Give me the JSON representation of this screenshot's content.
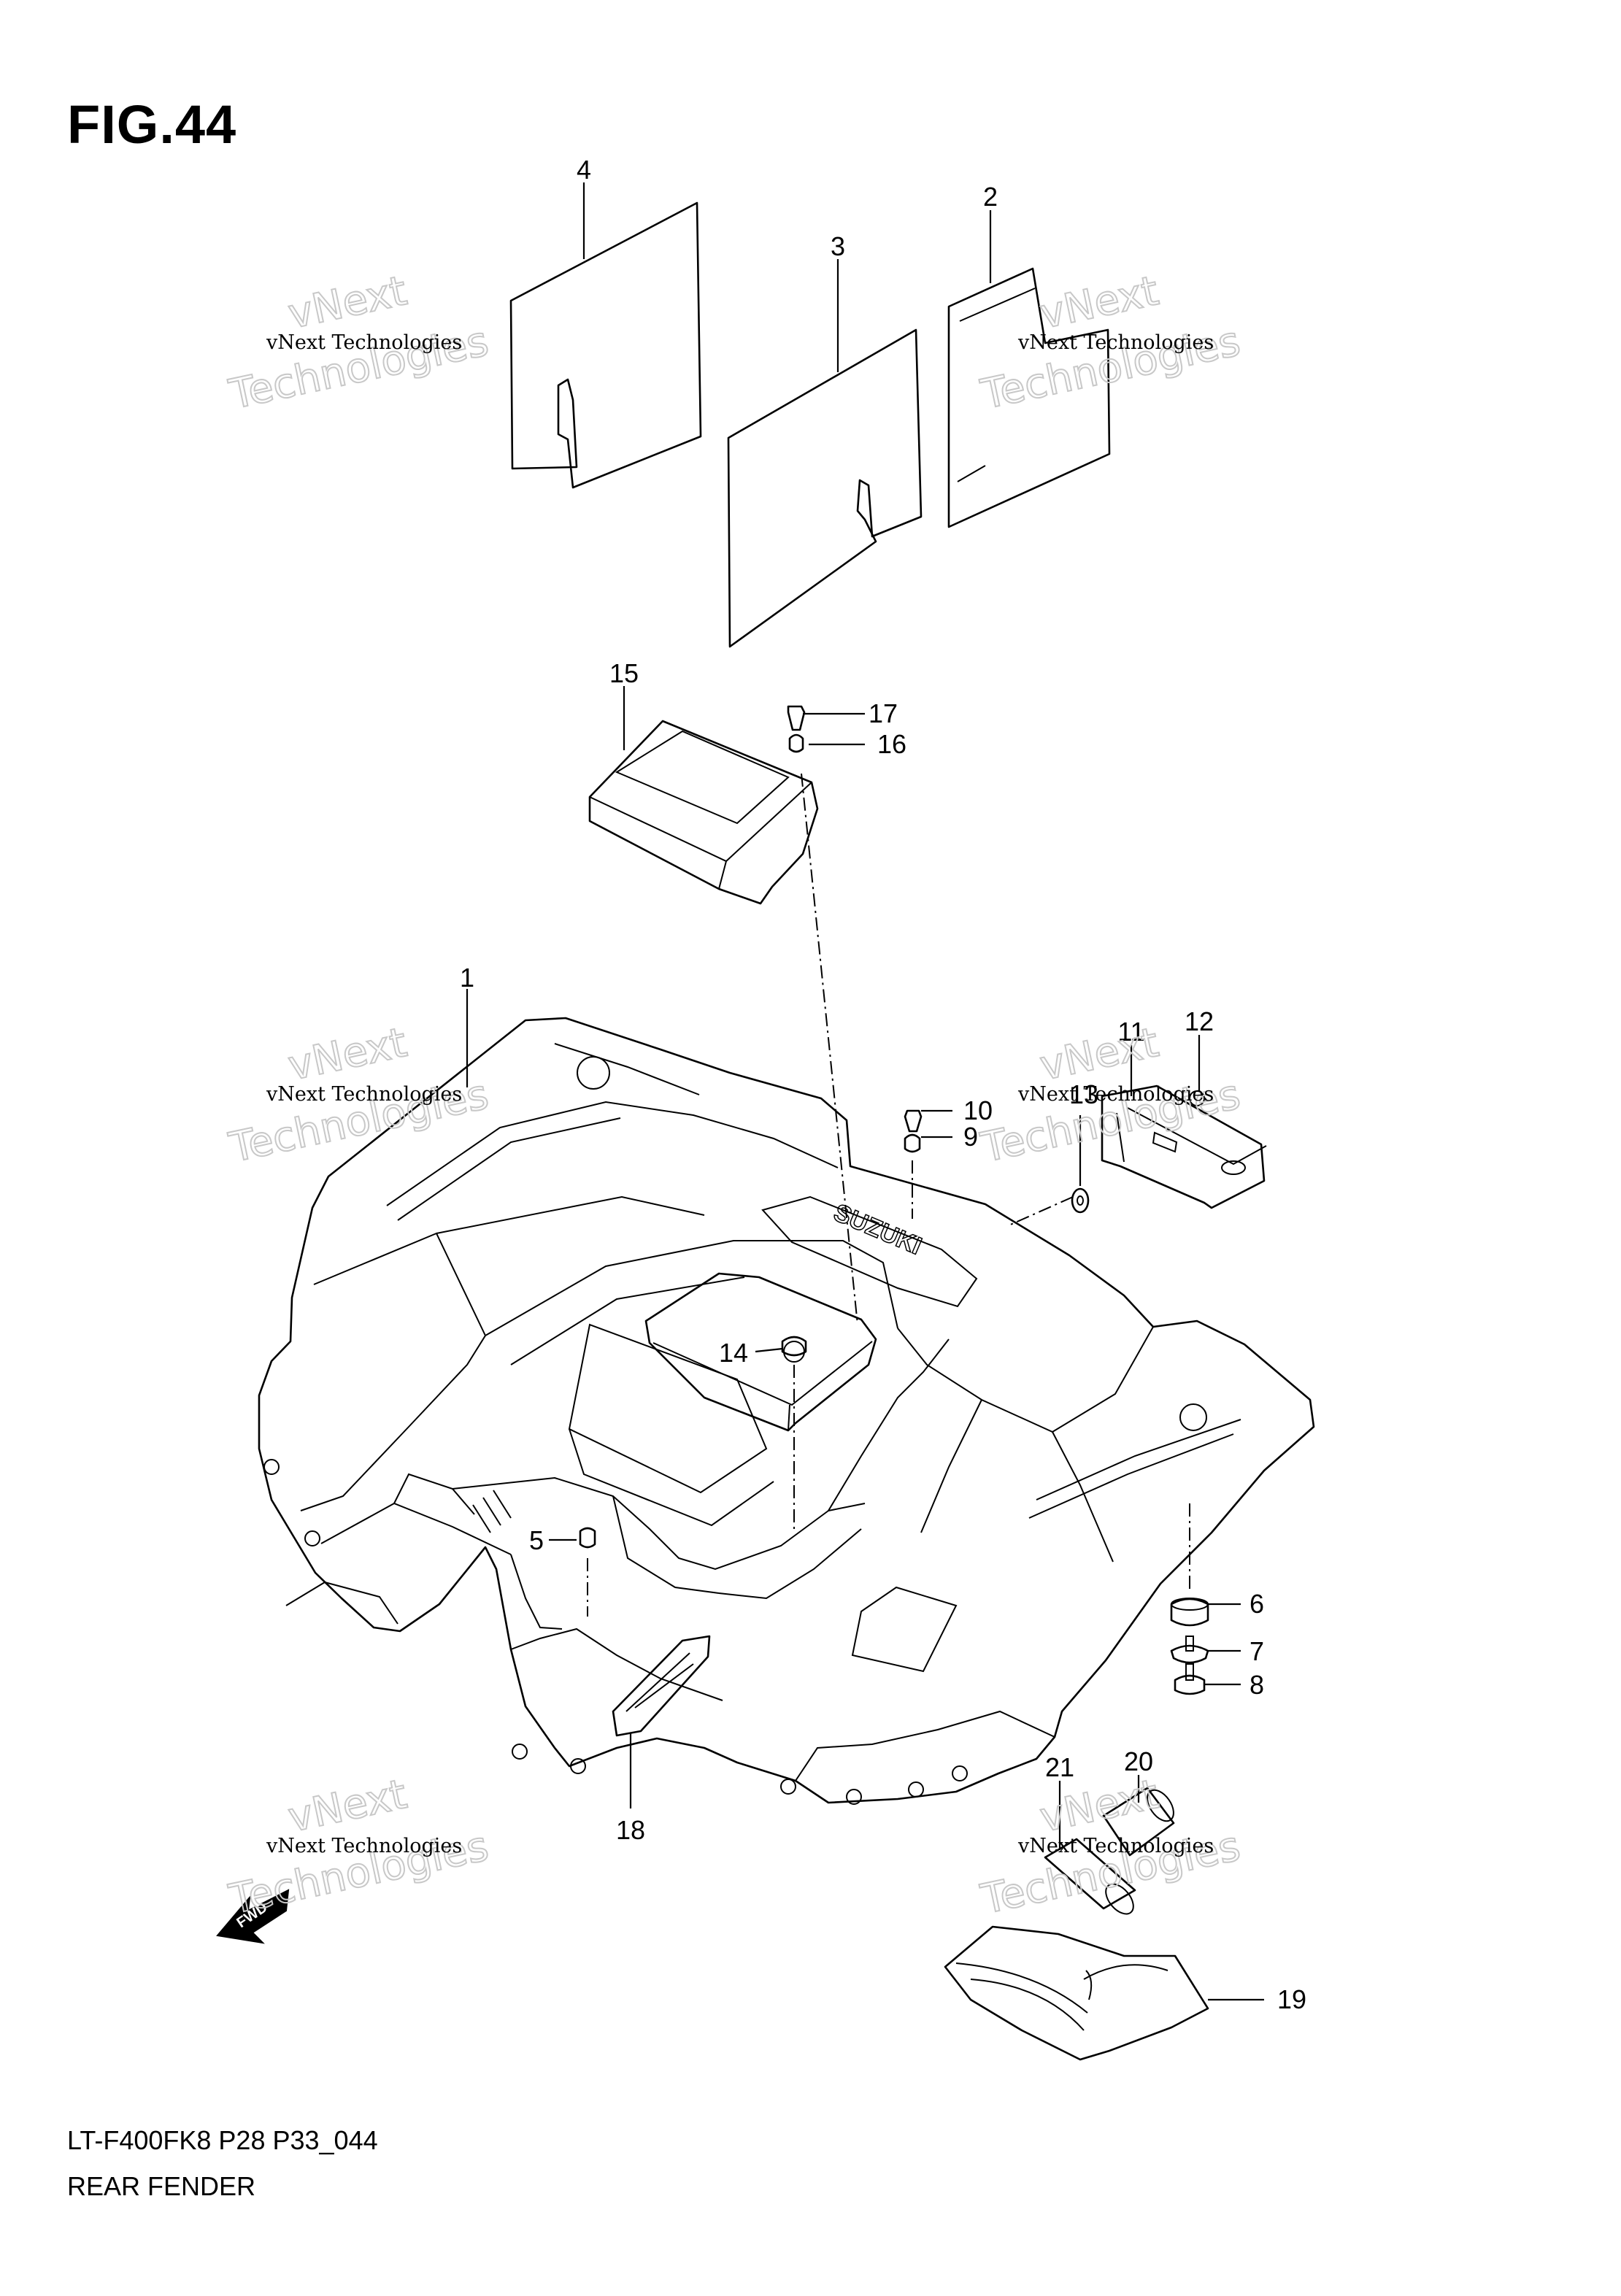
{
  "figure": {
    "title": "FIG.44",
    "footer_code": "LT-F400FK8 P28 P33_044",
    "footer_name": "REAR FENDER"
  },
  "callouts": [
    "1",
    "2",
    "3",
    "4",
    "5",
    "6",
    "7",
    "8",
    "9",
    "10",
    "11",
    "12",
    "13",
    "14",
    "15",
    "16",
    "17",
    "18",
    "19",
    "20",
    "21"
  ],
  "watermark": {
    "small_text": "vNext Technologies",
    "big_line1": "vNext",
    "big_line2": "Technologies"
  },
  "fwd_label": "FWD"
}
